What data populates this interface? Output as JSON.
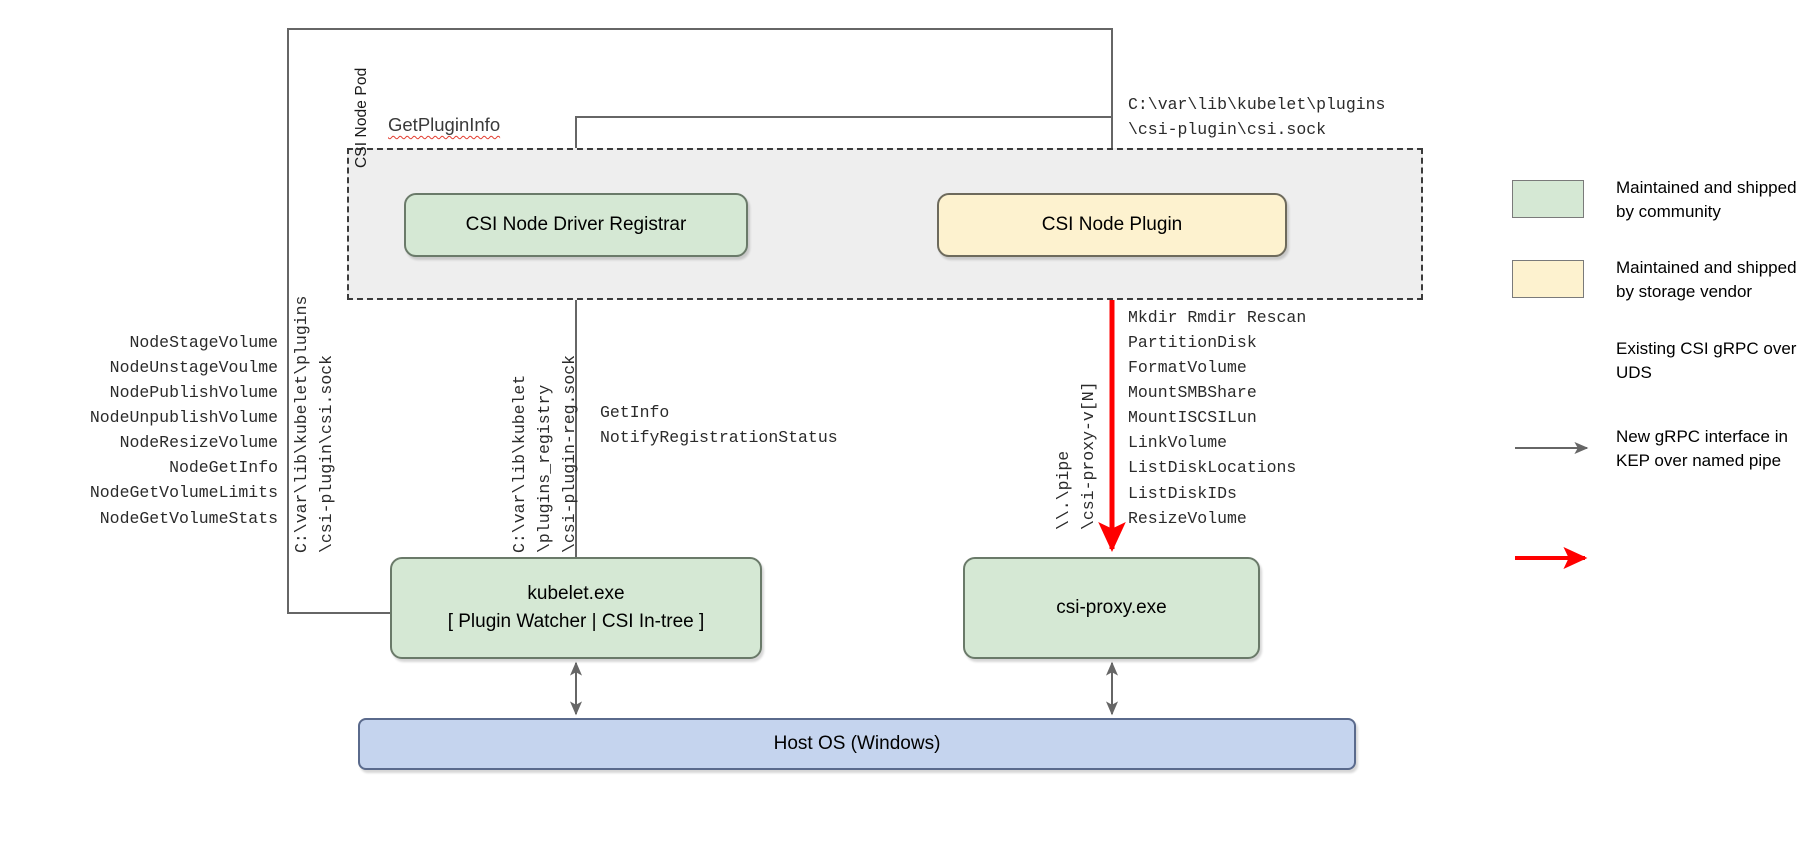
{
  "diagram": {
    "pod": {
      "label": "CSI Node Pod"
    },
    "nodes": {
      "registrar": {
        "title": "CSI Node Driver Registrar"
      },
      "plugin": {
        "title": "CSI Node Plugin"
      },
      "kubelet": {
        "title": "kubelet.exe",
        "subtitle": "[ Plugin Watcher | CSI In-tree ]"
      },
      "csiproxy": {
        "title": "csi-proxy.exe"
      },
      "hostos": {
        "title": "Host OS (Windows)"
      }
    },
    "labels": {
      "get_plugin_info": "GetPluginInfo",
      "csi_sock_path_top": "C:\\var\\lib\\kubelet\\plugins\n\\csi-plugin\\csi.sock",
      "node_service_apis": "NodeStageVolume\nNodeUnstageVoulme\nNodePublishVolume\nNodeUnpublishVolume\nNodeResizeVolume\nNodeGetInfo\nNodeGetVolumeLimits\nNodeGetVolumeStats",
      "registration_apis": "GetInfo\nNotifyRegistrationStatus",
      "csi_proxy_apis": "Mkdir Rmdir Rescan\nPartitionDisk\nFormatVolume\nMountSMBShare\nMountISCSILun\nLinkVolume\nListDiskLocations\nListDiskIDs\nResizeVolume",
      "csi_sock_path_vertical": "C:\\var\\lib\\kubelet\\plugins\n\\csi-plugin\\csi.sock",
      "registry_sock_path_vertical": "C:\\var\\lib\\kubelet\n\\plugins_registry\n\\csi-plugin-reg.sock",
      "named_pipe_vertical": "\\\\.\\pipe\n\\csi-proxy-v[N]"
    },
    "legend": {
      "items": [
        {
          "kind": "swatch-green",
          "text": "Maintained and shipped by community"
        },
        {
          "kind": "swatch-yellow",
          "text": "Maintained and shipped by storage vendor"
        },
        {
          "kind": "arrow-gray",
          "text": "Existing CSI gRPC over UDS"
        },
        {
          "kind": "arrow-red",
          "text": "New gRPC interface in KEP over named pipe"
        }
      ]
    },
    "colors": {
      "community_green": "#d5e8d4",
      "vendor_yellow": "#fdf2cf",
      "host_blue": "#c5d4ee",
      "pod_gray": "#eeeeee",
      "existing_arrow": "#666666",
      "new_arrow": "#ff0000"
    }
  }
}
